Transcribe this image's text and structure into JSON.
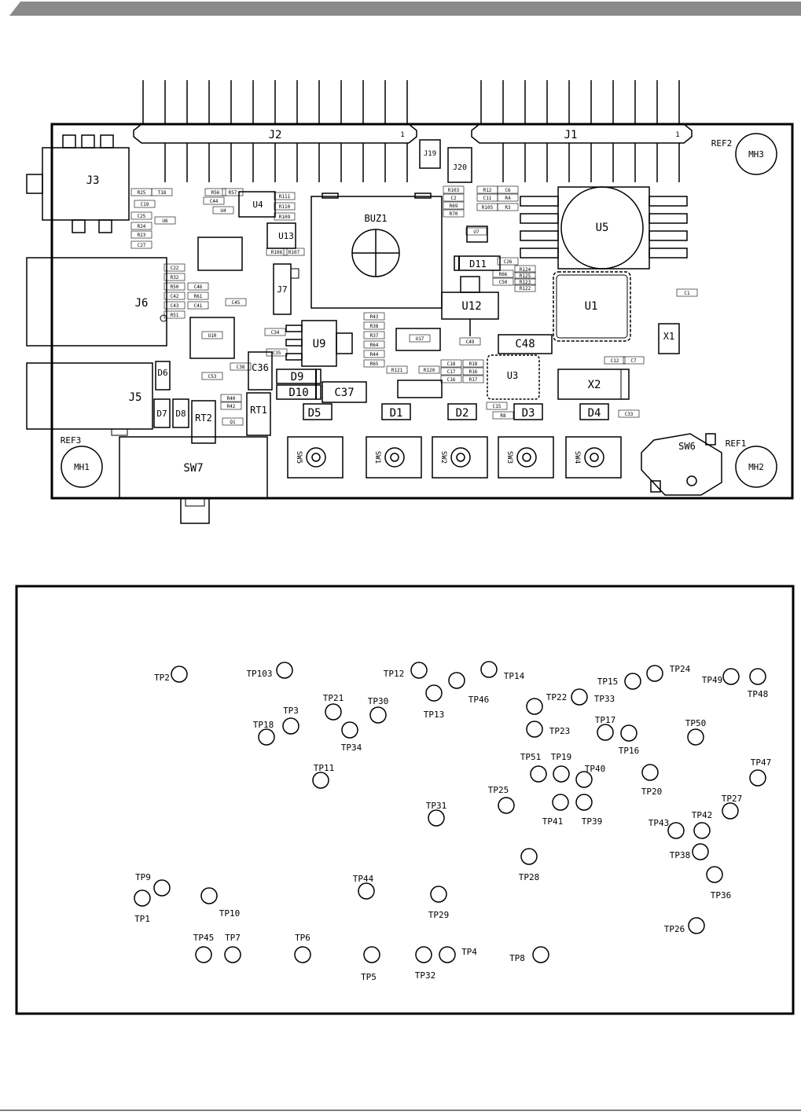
{
  "board_top": {
    "headers": {
      "j2": "J2",
      "j1": "J1",
      "pin1_j2": "1",
      "pin1_j1": "1"
    },
    "large": [
      {
        "name": "J3",
        "t": "J3"
      },
      {
        "name": "J6",
        "t": "J6"
      },
      {
        "name": "J5",
        "t": "J5"
      },
      {
        "name": "SW7",
        "t": "SW7"
      },
      {
        "name": "BUZ1",
        "t": "BUZ1"
      },
      {
        "name": "U5",
        "t": "U5"
      },
      {
        "name": "U1",
        "t": "U1"
      },
      {
        "name": "U12",
        "t": "U12"
      },
      {
        "name": "U9",
        "t": "U9"
      },
      {
        "name": "U3",
        "t": "U3"
      },
      {
        "name": "X2",
        "t": "X2"
      },
      {
        "name": "X1",
        "t": "X1"
      },
      {
        "name": "SW6",
        "t": "SW6"
      },
      {
        "name": "C48",
        "t": "C48"
      },
      {
        "name": "C37",
        "t": "C37"
      },
      {
        "name": "C36",
        "t": "C36"
      },
      {
        "name": "D9",
        "t": "D9"
      },
      {
        "name": "D10",
        "t": "D10"
      },
      {
        "name": "D11",
        "t": "D11"
      },
      {
        "name": "RT1",
        "t": "RT1"
      },
      {
        "name": "RT2",
        "t": "RT2"
      },
      {
        "name": "U4",
        "t": "U4"
      },
      {
        "name": "U13",
        "t": "U13"
      },
      {
        "name": "J7",
        "t": "J7"
      },
      {
        "name": "D5",
        "t": "D5"
      },
      {
        "name": "D1",
        "t": "D1"
      },
      {
        "name": "D2",
        "t": "D2"
      },
      {
        "name": "D3",
        "t": "D3"
      },
      {
        "name": "D4",
        "t": "D4"
      },
      {
        "name": "D6",
        "t": "D6"
      },
      {
        "name": "D7",
        "t": "D7"
      },
      {
        "name": "D8",
        "t": "D8"
      },
      {
        "name": "J20",
        "t": "J20"
      },
      {
        "name": "J19",
        "t": "J19"
      }
    ],
    "switches": [
      "SW5",
      "SW1",
      "SW2",
      "SW3",
      "SW4"
    ],
    "mounting_holes": [
      "MH1",
      "MH2",
      "MH3"
    ],
    "refs": [
      "REF1",
      "REF2",
      "REF3"
    ],
    "small_labels": [
      "R25",
      "T18",
      "C19",
      "C25",
      "R24",
      "R23",
      "C27",
      "U6",
      "R56",
      "R57",
      "C44",
      "U4_",
      "R111",
      "R110",
      "R109",
      "C22",
      "R32",
      "R50",
      "C42",
      "C43",
      "R51",
      "C46",
      "R61",
      "C41",
      "C45",
      "R106",
      "R107",
      "R43",
      "R38",
      "R37",
      "R64",
      "R44",
      "R65",
      "R121",
      "R120",
      "C18",
      "C17",
      "C16",
      "R18",
      "R16",
      "R17",
      "R103",
      "C2",
      "R69",
      "R70",
      "R12",
      "C11",
      "R105",
      "C6",
      "R4",
      "R3",
      "C26",
      "R66",
      "C50",
      "R124",
      "R125",
      "R123",
      "R122",
      "C49",
      "U17",
      "U10",
      "U7",
      "C53",
      "C12",
      "C7",
      "C1",
      "C15",
      "R8",
      "C33",
      "R40",
      "R42",
      "Q1",
      "C34",
      "C35",
      "C38"
    ]
  },
  "test_points": [
    "TP2",
    "TP103",
    "TP12",
    "TP14",
    "TP15",
    "TP24",
    "TP49",
    "TP48",
    "TP46",
    "TP13",
    "TP22",
    "TP33",
    "TP3",
    "TP21",
    "TP30",
    "TP18",
    "TP34",
    "TP23",
    "TP17",
    "TP16",
    "TP50",
    "TP11",
    "TP51",
    "TP19",
    "TP40",
    "TP47",
    "TP20",
    "TP25",
    "TP31",
    "TP41",
    "TP39",
    "TP27",
    "TP43",
    "TP42",
    "TP38",
    "TP28",
    "TP9",
    "TP44",
    "TP36",
    "TP1",
    "TP10",
    "TP29",
    "TP26",
    "TP45",
    "TP7",
    "TP6",
    "TP4",
    "TP8",
    "TP5",
    "TP32"
  ]
}
